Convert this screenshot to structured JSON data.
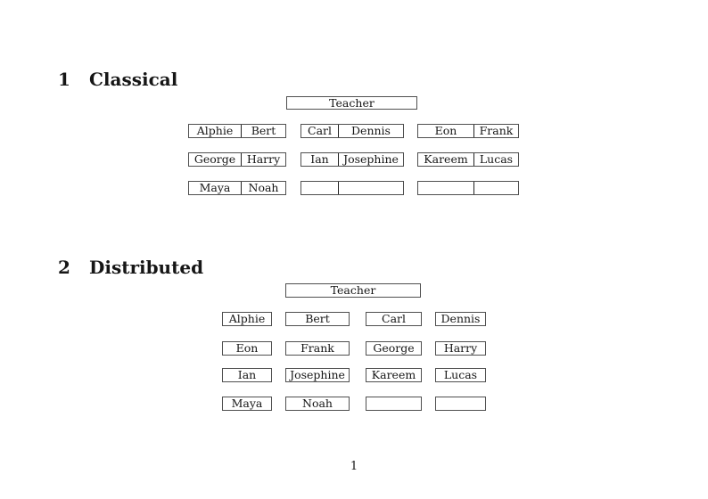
{
  "doc": {
    "page_number": "1"
  },
  "classical": {
    "heading_number": "1",
    "heading_title": "Classical",
    "teacher": "Teacher",
    "desks": {
      "r1c1": [
        "Alphie",
        "Bert"
      ],
      "r1c2": [
        "Carl",
        "Dennis"
      ],
      "r1c3": [
        "Eon",
        "Frank"
      ],
      "r2c1": [
        "George",
        "Harry"
      ],
      "r2c2": [
        "Ian",
        "Josephine"
      ],
      "r2c3": [
        "Kareem",
        "Lucas"
      ],
      "r3c1": [
        "Maya",
        "Noah"
      ],
      "r3c2": [
        "",
        ""
      ],
      "r3c3": [
        "",
        ""
      ]
    }
  },
  "distributed": {
    "heading_number": "2",
    "heading_title": "Distributed",
    "teacher": "Teacher",
    "seats": {
      "r1": [
        "Alphie",
        "Bert",
        "Carl",
        "Dennis"
      ],
      "r2": [
        "Eon",
        "Frank",
        "George",
        "Harry"
      ],
      "r3": [
        "Ian",
        "Josephine",
        "Kareem",
        "Lucas"
      ],
      "r4": [
        "Maya",
        "Noah",
        "",
        ""
      ]
    }
  }
}
